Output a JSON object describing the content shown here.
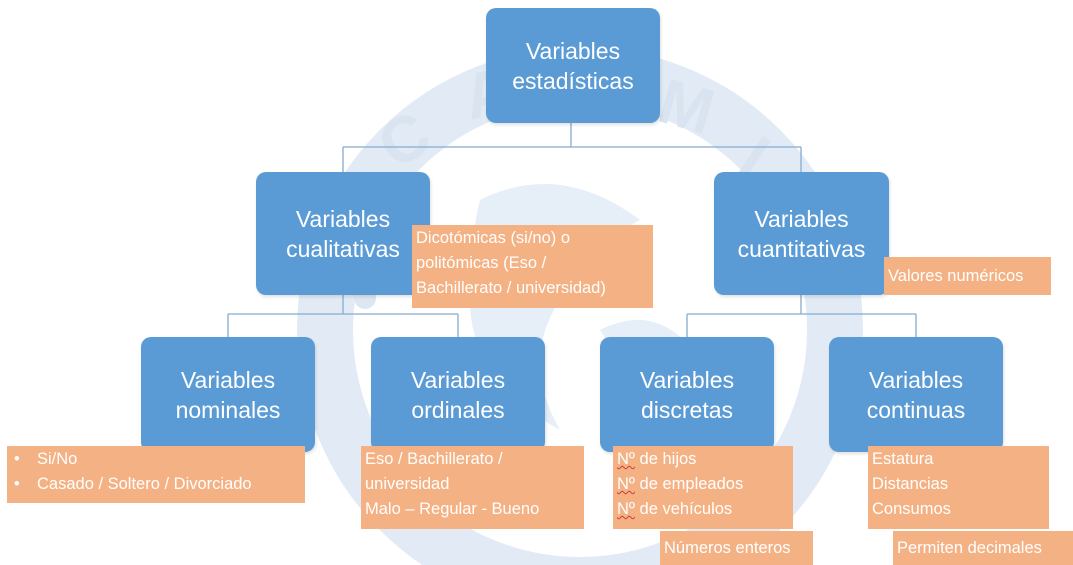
{
  "diagram": {
    "root": {
      "line1": "Variables",
      "line2": "estadísticas"
    },
    "cualitativas": {
      "line1": "Variables",
      "line2": "cualitativas"
    },
    "cuantitativas": {
      "line1": "Variables",
      "line2": "cuantitativas"
    },
    "nominales": {
      "line1": "Variables",
      "line2": "nominales"
    },
    "ordinales": {
      "line1": "Variables",
      "line2": "ordinales"
    },
    "discretas": {
      "line1": "Variables",
      "line2": "discretas"
    },
    "continuas": {
      "line1": "Variables",
      "line2": "continuas"
    }
  },
  "notes": {
    "cualitativas": [
      "Dicotómicas (si/no) o",
      "politómicas (Eso /",
      "Bachillerato / universidad)"
    ],
    "cuantitativas": [
      "Valores numéricos"
    ],
    "nominales": [
      "Si/No",
      "Casado / Soltero / Divorciado"
    ],
    "ordinales": [
      "Eso / Bachillerato /",
      "universidad",
      "Malo – Regular - Bueno"
    ],
    "discretas": {
      "items": [
        {
          "prefix": "Nº",
          "rest": " de hijos"
        },
        {
          "prefix": "Nº",
          "rest": " de empleados"
        },
        {
          "prefix": "Nº",
          "rest": " de vehículos"
        }
      ],
      "footer": "Números enteros"
    },
    "continuas": {
      "items": [
        "Estatura",
        "Distancias",
        "Consumos"
      ],
      "footer": "Permiten decimales"
    }
  },
  "colors": {
    "node": "#5b9bd5",
    "note": "#f4b183",
    "connector": "#7fa7cc",
    "watermark": "#dbe6f2"
  }
}
